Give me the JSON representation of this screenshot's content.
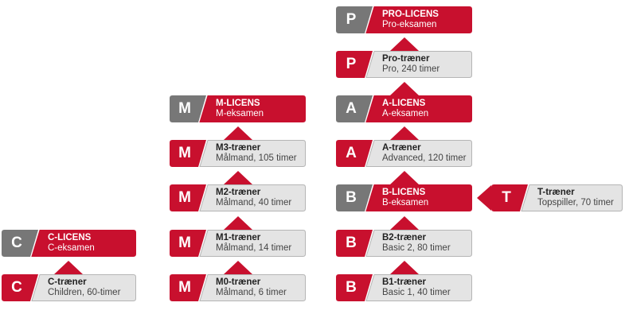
{
  "colors": {
    "red": "#c8102e",
    "gray": "#777777",
    "box_fill": "#e4e4e4",
    "box_border": "#b5b5b5",
    "text": "#222222"
  },
  "boxes": {
    "c_course": {
      "letter": "C",
      "title": "C-træner",
      "subtitle": "Children, 60-timer"
    },
    "c_license": {
      "letter": "C",
      "title": "C-LICENS",
      "subtitle": "C-eksamen"
    },
    "m0_course": {
      "letter": "M",
      "title": "M0-træner",
      "subtitle": "Målmand, 6 timer"
    },
    "m1_course": {
      "letter": "M",
      "title": "M1-træner",
      "subtitle": "Målmand, 14 timer"
    },
    "m2_course": {
      "letter": "M",
      "title": "M2-træner",
      "subtitle": "Målmand, 40 timer"
    },
    "m3_course": {
      "letter": "M",
      "title": "M3-træner",
      "subtitle": "Målmand, 105 timer"
    },
    "m_license": {
      "letter": "M",
      "title": "M-LICENS",
      "subtitle": "M-eksamen"
    },
    "b1_course": {
      "letter": "B",
      "title": "B1-træner",
      "subtitle": "Basic 1, 40 timer"
    },
    "b2_course": {
      "letter": "B",
      "title": "B2-træner",
      "subtitle": "Basic 2, 80 timer"
    },
    "b_license": {
      "letter": "B",
      "title": "B-LICENS",
      "subtitle": "B-eksamen"
    },
    "a_course": {
      "letter": "A",
      "title": "A-træner",
      "subtitle": "Advanced, 120 timer"
    },
    "a_license": {
      "letter": "A",
      "title": "A-LICENS",
      "subtitle": "A-eksamen"
    },
    "pro_course": {
      "letter": "P",
      "title": "Pro-træner",
      "subtitle": "Pro, 240 timer"
    },
    "pro_license": {
      "letter": "P",
      "title": "PRO-LICENS",
      "subtitle": "Pro-eksamen"
    },
    "t_course": {
      "letter": "T",
      "title": "T-træner",
      "subtitle": "Topspiller, 70 timer"
    }
  }
}
